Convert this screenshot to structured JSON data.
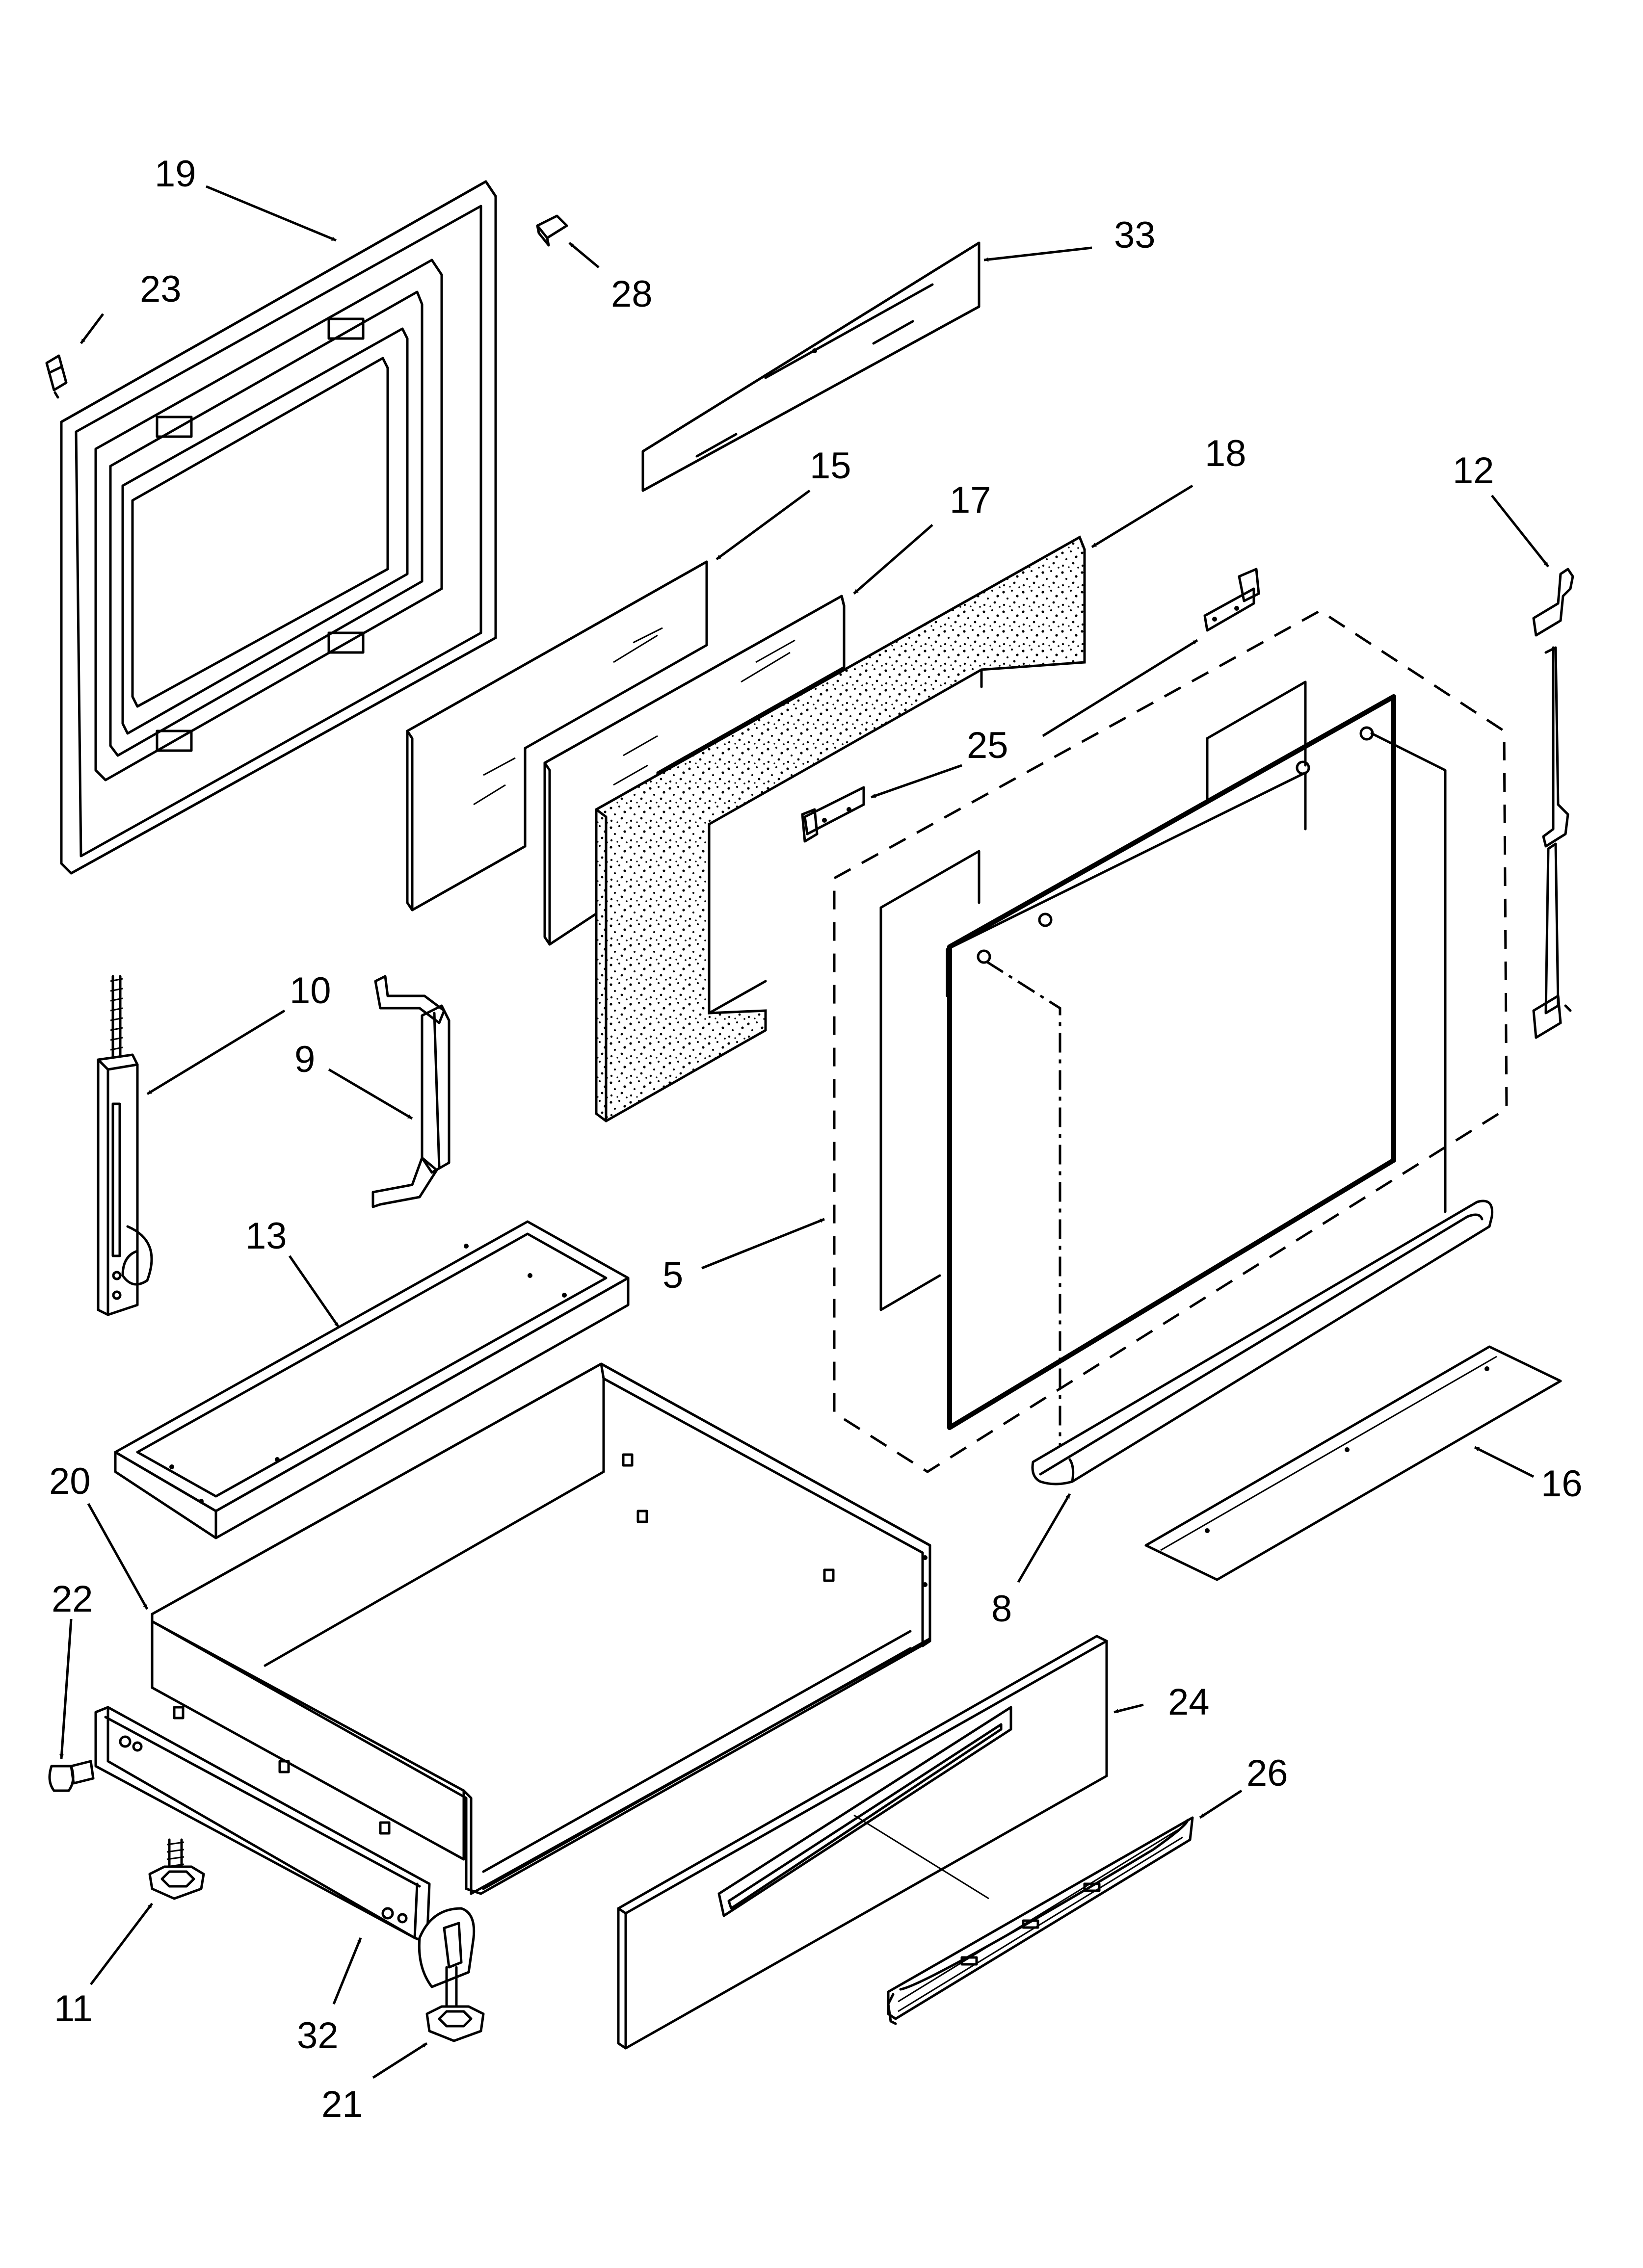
{
  "diagram": {
    "type": "exploded-parts-diagram",
    "callouts": [
      {
        "id": "19",
        "label": "19"
      },
      {
        "id": "23",
        "label": "23"
      },
      {
        "id": "28",
        "label": "28"
      },
      {
        "id": "33",
        "label": "33"
      },
      {
        "id": "15",
        "label": "15"
      },
      {
        "id": "17",
        "label": "17"
      },
      {
        "id": "18",
        "label": "18"
      },
      {
        "id": "12",
        "label": "12"
      },
      {
        "id": "25",
        "label": "25"
      },
      {
        "id": "10",
        "label": "10"
      },
      {
        "id": "9",
        "label": "9"
      },
      {
        "id": "13",
        "label": "13"
      },
      {
        "id": "5",
        "label": "5"
      },
      {
        "id": "16",
        "label": "16"
      },
      {
        "id": "20",
        "label": "20"
      },
      {
        "id": "8",
        "label": "8"
      },
      {
        "id": "22",
        "label": "22"
      },
      {
        "id": "24",
        "label": "24"
      },
      {
        "id": "26",
        "label": "26"
      },
      {
        "id": "11",
        "label": "11"
      },
      {
        "id": "32",
        "label": "32"
      },
      {
        "id": "21",
        "label": "21"
      }
    ]
  }
}
